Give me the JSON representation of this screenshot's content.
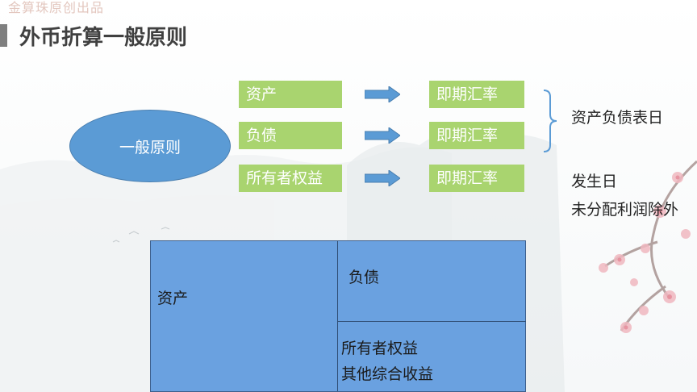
{
  "watermark": "金算珠原创出品",
  "title": "外币折算一般原则",
  "principle": "一般原则",
  "rows": [
    {
      "item": "资产",
      "rate": "即期汇率"
    },
    {
      "item": "负债",
      "rate": "即期汇率"
    },
    {
      "item": "所有者权益",
      "rate": "即期汇率"
    }
  ],
  "notes": {
    "balance_date": "资产负债表日",
    "occur_date": "发生日",
    "undistributed": "未分配利润除外"
  },
  "table": {
    "assets": "资产",
    "liabilities": "负债",
    "equity_line1": "所有者权益",
    "equity_line2": "其他综合收益"
  },
  "colors": {
    "green_box": "#a9d46f",
    "blue_ellipse": "#5b9bd5",
    "blue_table": "#6aa1e0",
    "arrow": "#5b9bd5",
    "title": "#404040"
  }
}
